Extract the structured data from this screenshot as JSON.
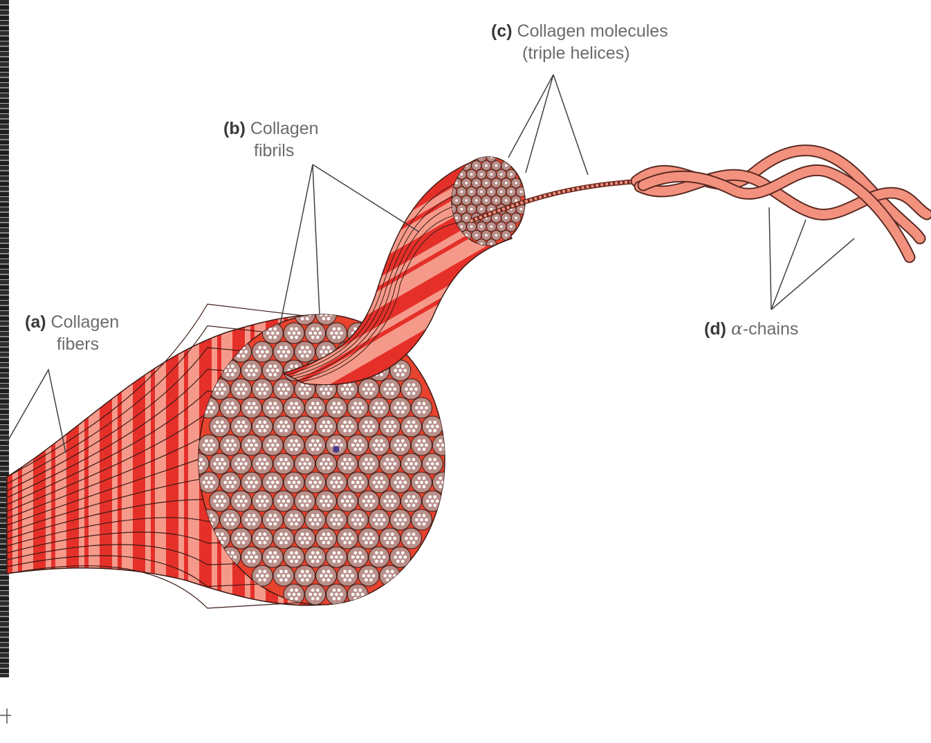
{
  "labels": {
    "a": {
      "tag": "(a)",
      "line1": "Collagen",
      "line2": "fibers"
    },
    "b": {
      "tag": "(b)",
      "line1": "Collagen",
      "line2": "fibrils"
    },
    "c": {
      "tag": "(c)",
      "line1": "Collagen molecules",
      "line2": "(triple helices)"
    },
    "d": {
      "tag": "(d)",
      "greek": "α",
      "line1": "-chains"
    }
  },
  "colors": {
    "fiber_red": "#e5302a",
    "fiber_pink": "#f59a8a",
    "cross_section_bg": "#e8432e",
    "fibril_circle": "#b98f8a",
    "alpha_chain": "#f3917f",
    "leader_line": "#404040"
  }
}
